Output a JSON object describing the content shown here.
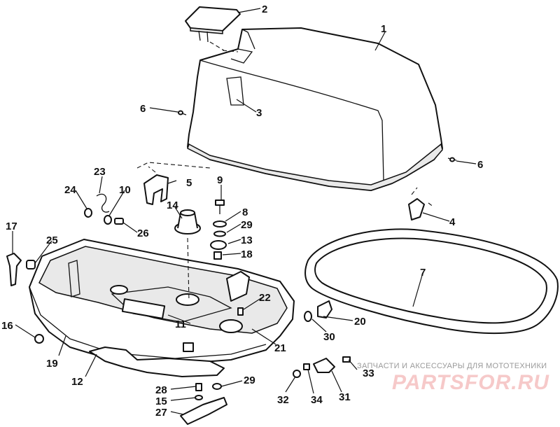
{
  "diagram": {
    "callouts": {
      "c1": "1",
      "c2": "2",
      "c3": "3",
      "c4": "4",
      "c5": "5",
      "c6a": "6",
      "c6b": "6",
      "c7": "7",
      "c8": "8",
      "c9": "9",
      "c10": "10",
      "c11": "11",
      "c12": "12",
      "c13": "13",
      "c14": "14",
      "c15": "15",
      "c16": "16",
      "c17": "17",
      "c18": "18",
      "c19": "19",
      "c20": "20",
      "c21": "21",
      "c22": "22",
      "c23": "23",
      "c24": "24",
      "c25": "25",
      "c26": "26",
      "c27": "27",
      "c28": "28",
      "c29a": "29",
      "c29b": "29",
      "c30": "30",
      "c31": "31",
      "c32": "32",
      "c33": "33",
      "c34": "34"
    }
  },
  "watermark": {
    "subtitle": "ЗАПЧАСТИ И АКСЕССУАРЫ ДЛЯ МОТОТЕХНИКИ",
    "logo": "PARTSFOR.RU"
  }
}
